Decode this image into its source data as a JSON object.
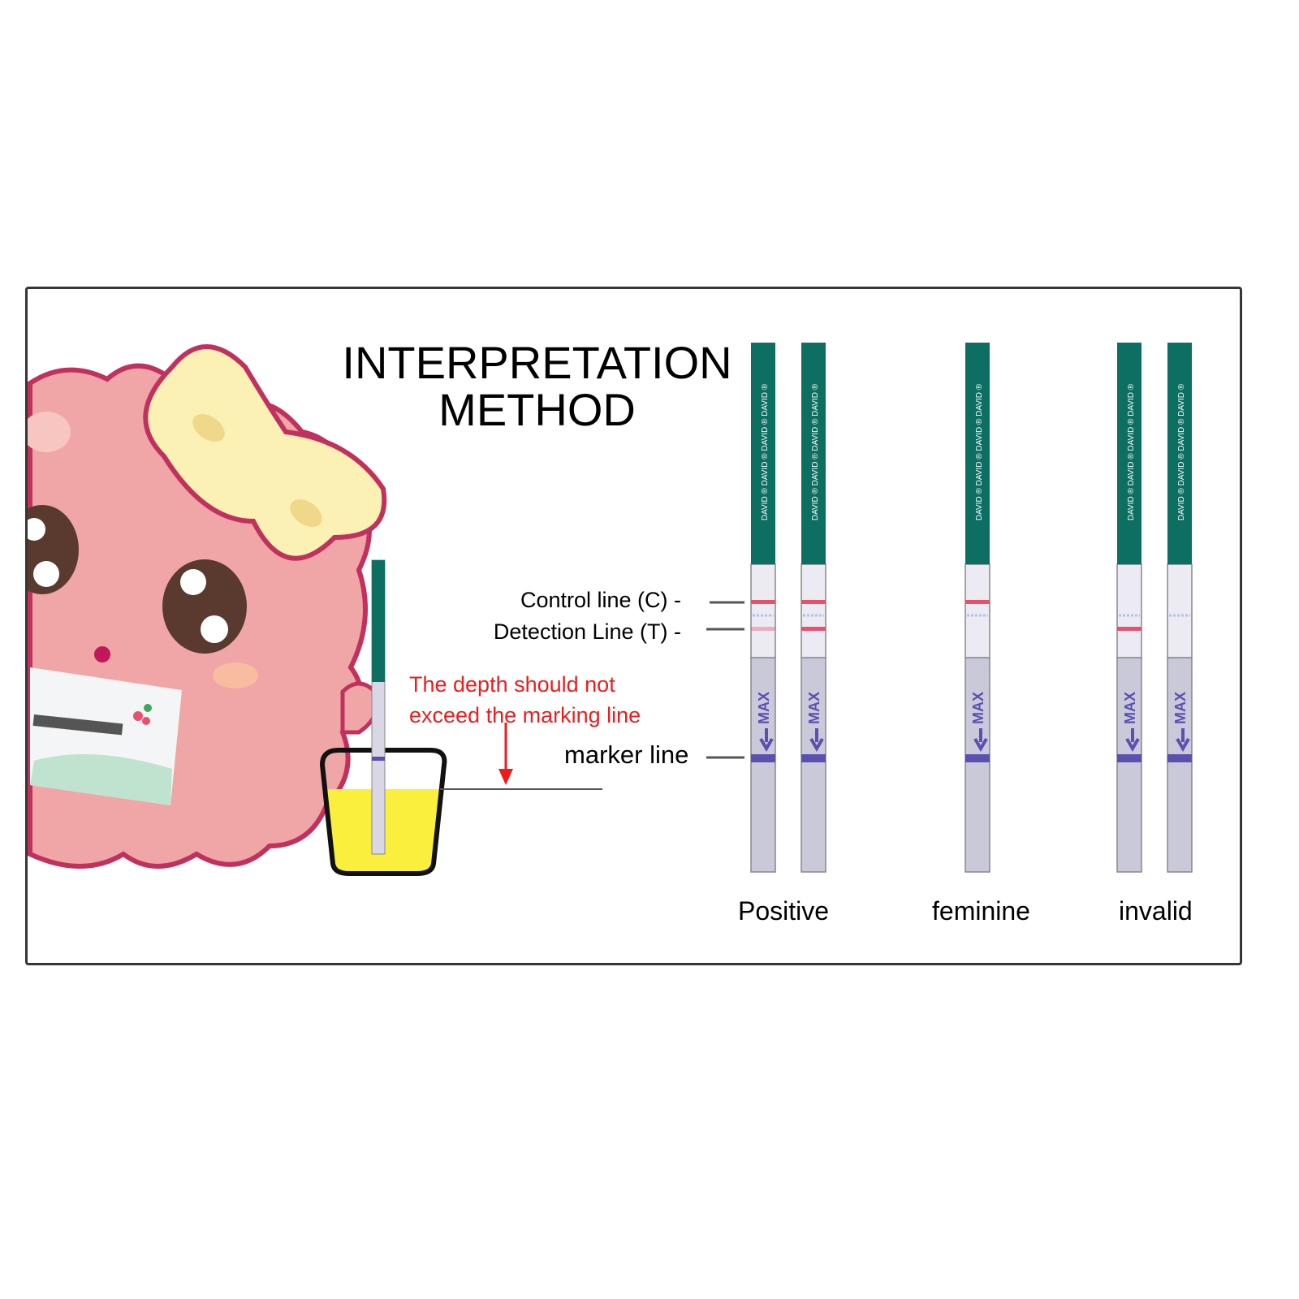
{
  "title_line1": "INTERPRETATION",
  "title_line2": "METHOD",
  "labels": {
    "control_line": "Control line (C) -",
    "detection_line": "Detection Line (T) -",
    "marker_line": "marker line",
    "warning_line1": "The depth should not",
    "warning_line2": "exceed the marking line"
  },
  "strip_text": {
    "max": "MAX",
    "brand": "DAVID"
  },
  "results": [
    {
      "label": "Positive",
      "strips": [
        {
          "c": true,
          "t": "faint"
        },
        {
          "c": true,
          "t": "strong"
        }
      ]
    },
    {
      "label": "feminine",
      "strips": [
        {
          "c": true,
          "t": "none"
        }
      ]
    },
    {
      "label": "invalid",
      "strips": [
        {
          "c": false,
          "t": "strong"
        },
        {
          "c": false,
          "t": "none"
        }
      ]
    }
  ],
  "colors": {
    "strip_green": "#0d6e62",
    "line_red": "#e8516e",
    "marker_purple": "#5a50b0",
    "warning": "#ee1c1c",
    "liquid": "#f9ef3c"
  }
}
